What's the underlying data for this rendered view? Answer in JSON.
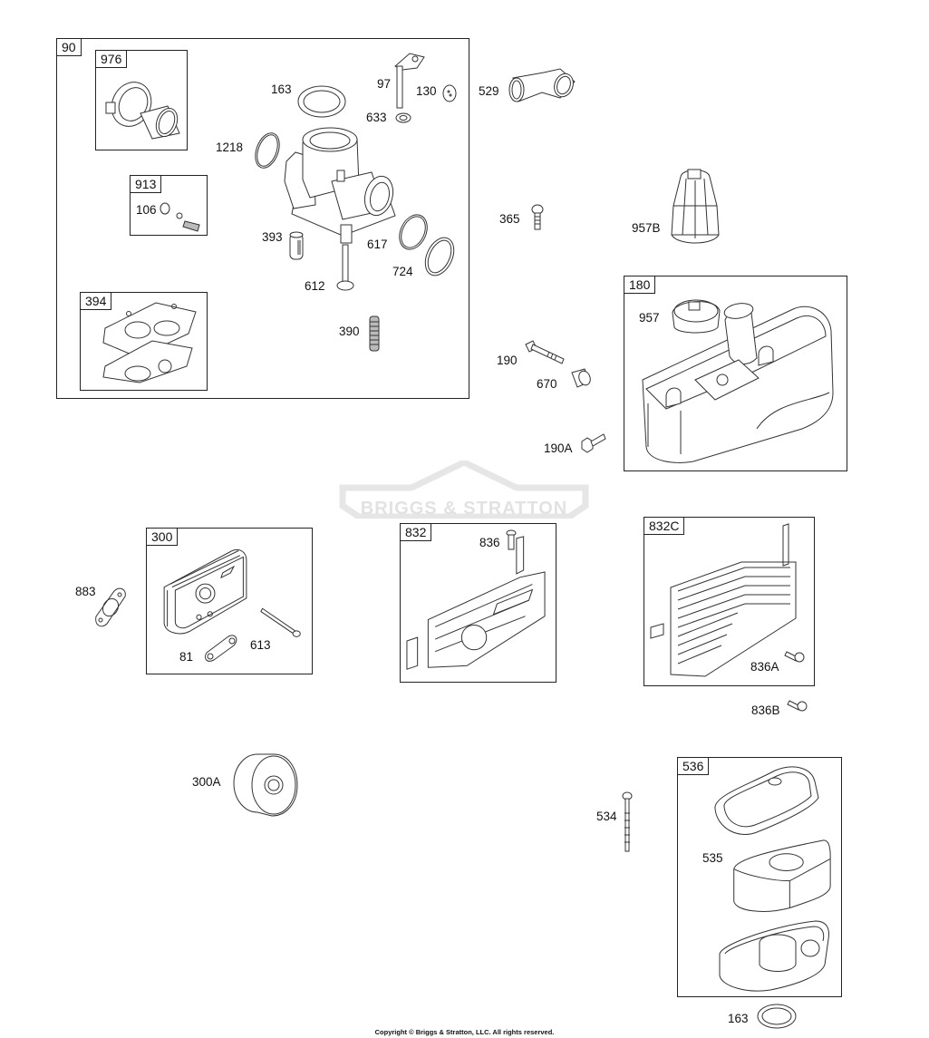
{
  "diagram": {
    "brand_watermark": "BRIGGS & STRATTON",
    "copyright": "Copyright © Briggs & Stratton, LLC. All rights reserved.",
    "groups": {
      "g90": "90",
      "g976": "976",
      "g913": "913",
      "g394": "394",
      "g180": "180",
      "g300": "300",
      "g832": "832",
      "g832c": "832C",
      "g536": "536"
    },
    "callouts": {
      "p163a": "163",
      "p97": "97",
      "p130": "130",
      "p633": "633",
      "p1218": "1218",
      "p106": "106",
      "p393": "393",
      "p617": "617",
      "p724": "724",
      "p612": "612",
      "p390": "390",
      "p529": "529",
      "p365": "365",
      "p957b": "957B",
      "p957": "957",
      "p190": "190",
      "p670": "670",
      "p190a": "190A",
      "p883": "883",
      "p81": "81",
      "p613": "613",
      "p836": "836",
      "p836a": "836A",
      "p836b": "836B",
      "p300a": "300A",
      "p534": "534",
      "p535": "535",
      "p163b": "163"
    }
  }
}
